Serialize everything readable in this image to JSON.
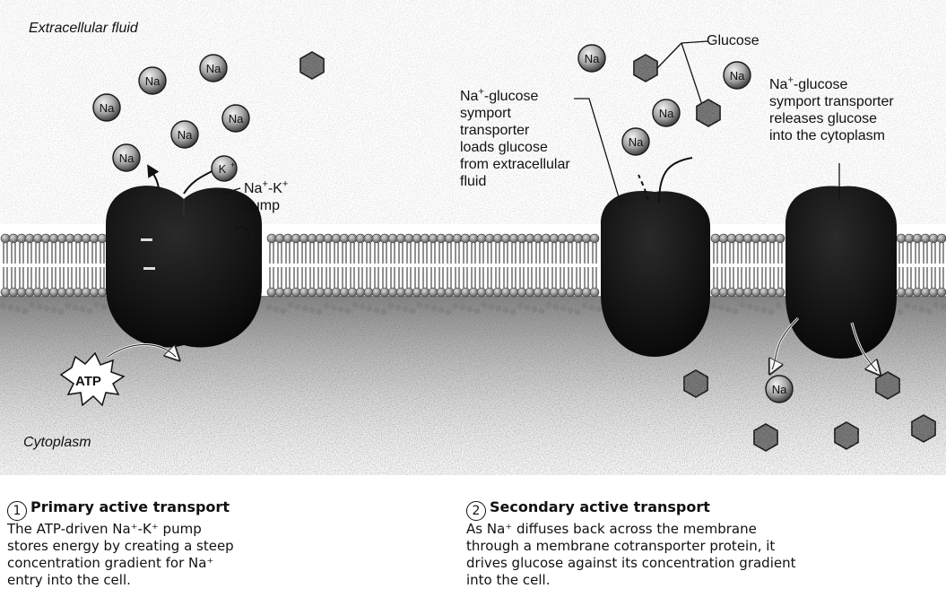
{
  "regions": {
    "extracellular": "Extracellular fluid",
    "cytoplasm": "Cytoplasm"
  },
  "labels": {
    "pump_main": "Na",
    "pump_sup1": "+",
    "pump_mid": "-K",
    "pump_sup2": "+",
    "pump_line2": "pump",
    "glucose": "Glucose",
    "symport_load": {
      "l1_main": "Na",
      "l1_sup": "+",
      "l1_rest": "-glucose",
      "lines": [
        "symport",
        "transporter",
        "loads glucose",
        "from extracellular",
        "fluid"
      ]
    },
    "symport_release": {
      "l1_main": "Na",
      "l1_sup": "+",
      "l1_rest": "-glucose",
      "lines": [
        "symport transporter",
        "releases glucose",
        "into the cytoplasm"
      ]
    }
  },
  "ion_labels": {
    "sodium": "Na",
    "potassium": "K",
    "atp": "ATP"
  },
  "captions": [
    {
      "number": "1",
      "title": "Primary active transport",
      "lines": [
        "The ATP-driven Na⁺-K⁺ pump",
        "stores energy by creating a steep",
        "concentration gradient for Na⁺",
        "entry into the cell."
      ]
    },
    {
      "number": "2",
      "title": "Secondary active transport",
      "lines": [
        "As Na⁺ diffuses back across the membrane",
        "through a membrane cotransporter protein, it",
        "drives glucose against its concentration gradient",
        "into the cell."
      ]
    }
  ],
  "colors": {
    "protein": "#0c0c0c",
    "membrane_head": "#8a8a8a",
    "ion": "#a9a9a9",
    "glucose": "#555555"
  }
}
